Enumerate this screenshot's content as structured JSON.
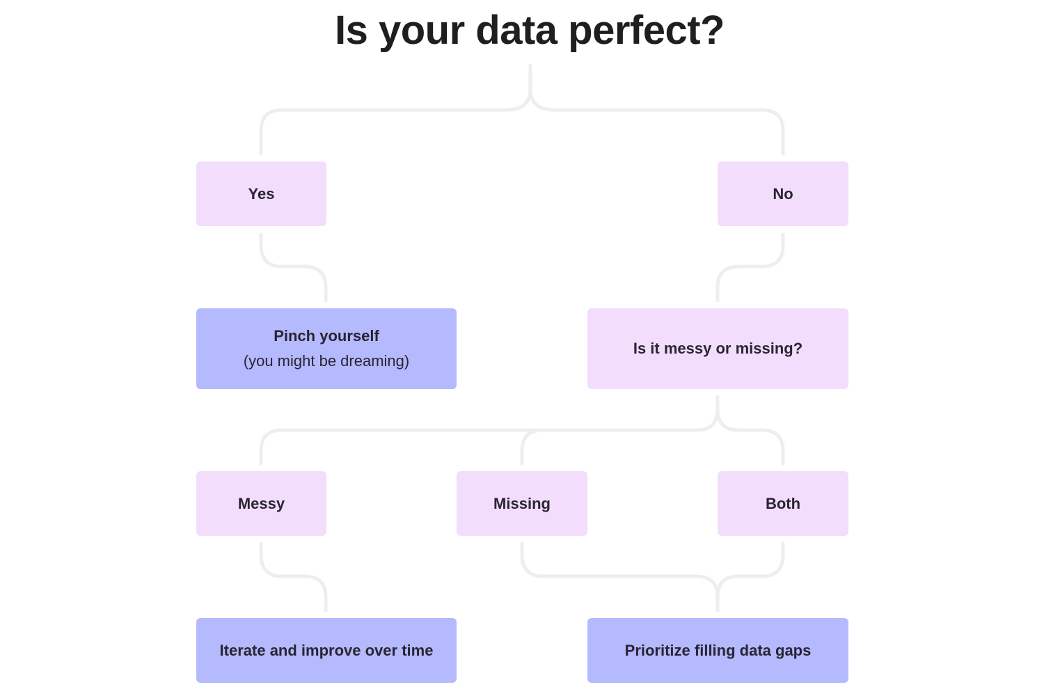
{
  "title": "Is your data perfect?",
  "colors": {
    "choice_fill": "#f2defc",
    "outcome_fill": "#b5b9fd",
    "connector": "#eeeeee",
    "text": "#2a2433"
  },
  "nodes": {
    "yes": {
      "label": "Yes"
    },
    "no": {
      "label": "No"
    },
    "pinch": {
      "label": "Pinch yourself",
      "sublabel": "(you might be dreaming)"
    },
    "messy_or_missing": {
      "label": "Is it messy or missing?"
    },
    "messy": {
      "label": "Messy"
    },
    "missing": {
      "label": "Missing"
    },
    "both": {
      "label": "Both"
    },
    "iterate": {
      "label": "Iterate and improve over time"
    },
    "prioritize": {
      "label": "Prioritize filling data gaps"
    }
  },
  "edges": [
    {
      "from": "title",
      "to": "yes"
    },
    {
      "from": "title",
      "to": "no"
    },
    {
      "from": "yes",
      "to": "pinch"
    },
    {
      "from": "no",
      "to": "messy_or_missing"
    },
    {
      "from": "messy_or_missing",
      "to": "messy"
    },
    {
      "from": "messy_or_missing",
      "to": "missing"
    },
    {
      "from": "messy_or_missing",
      "to": "both"
    },
    {
      "from": "messy",
      "to": "iterate"
    },
    {
      "from": "missing",
      "to": "prioritize"
    },
    {
      "from": "both",
      "to": "prioritize"
    }
  ]
}
